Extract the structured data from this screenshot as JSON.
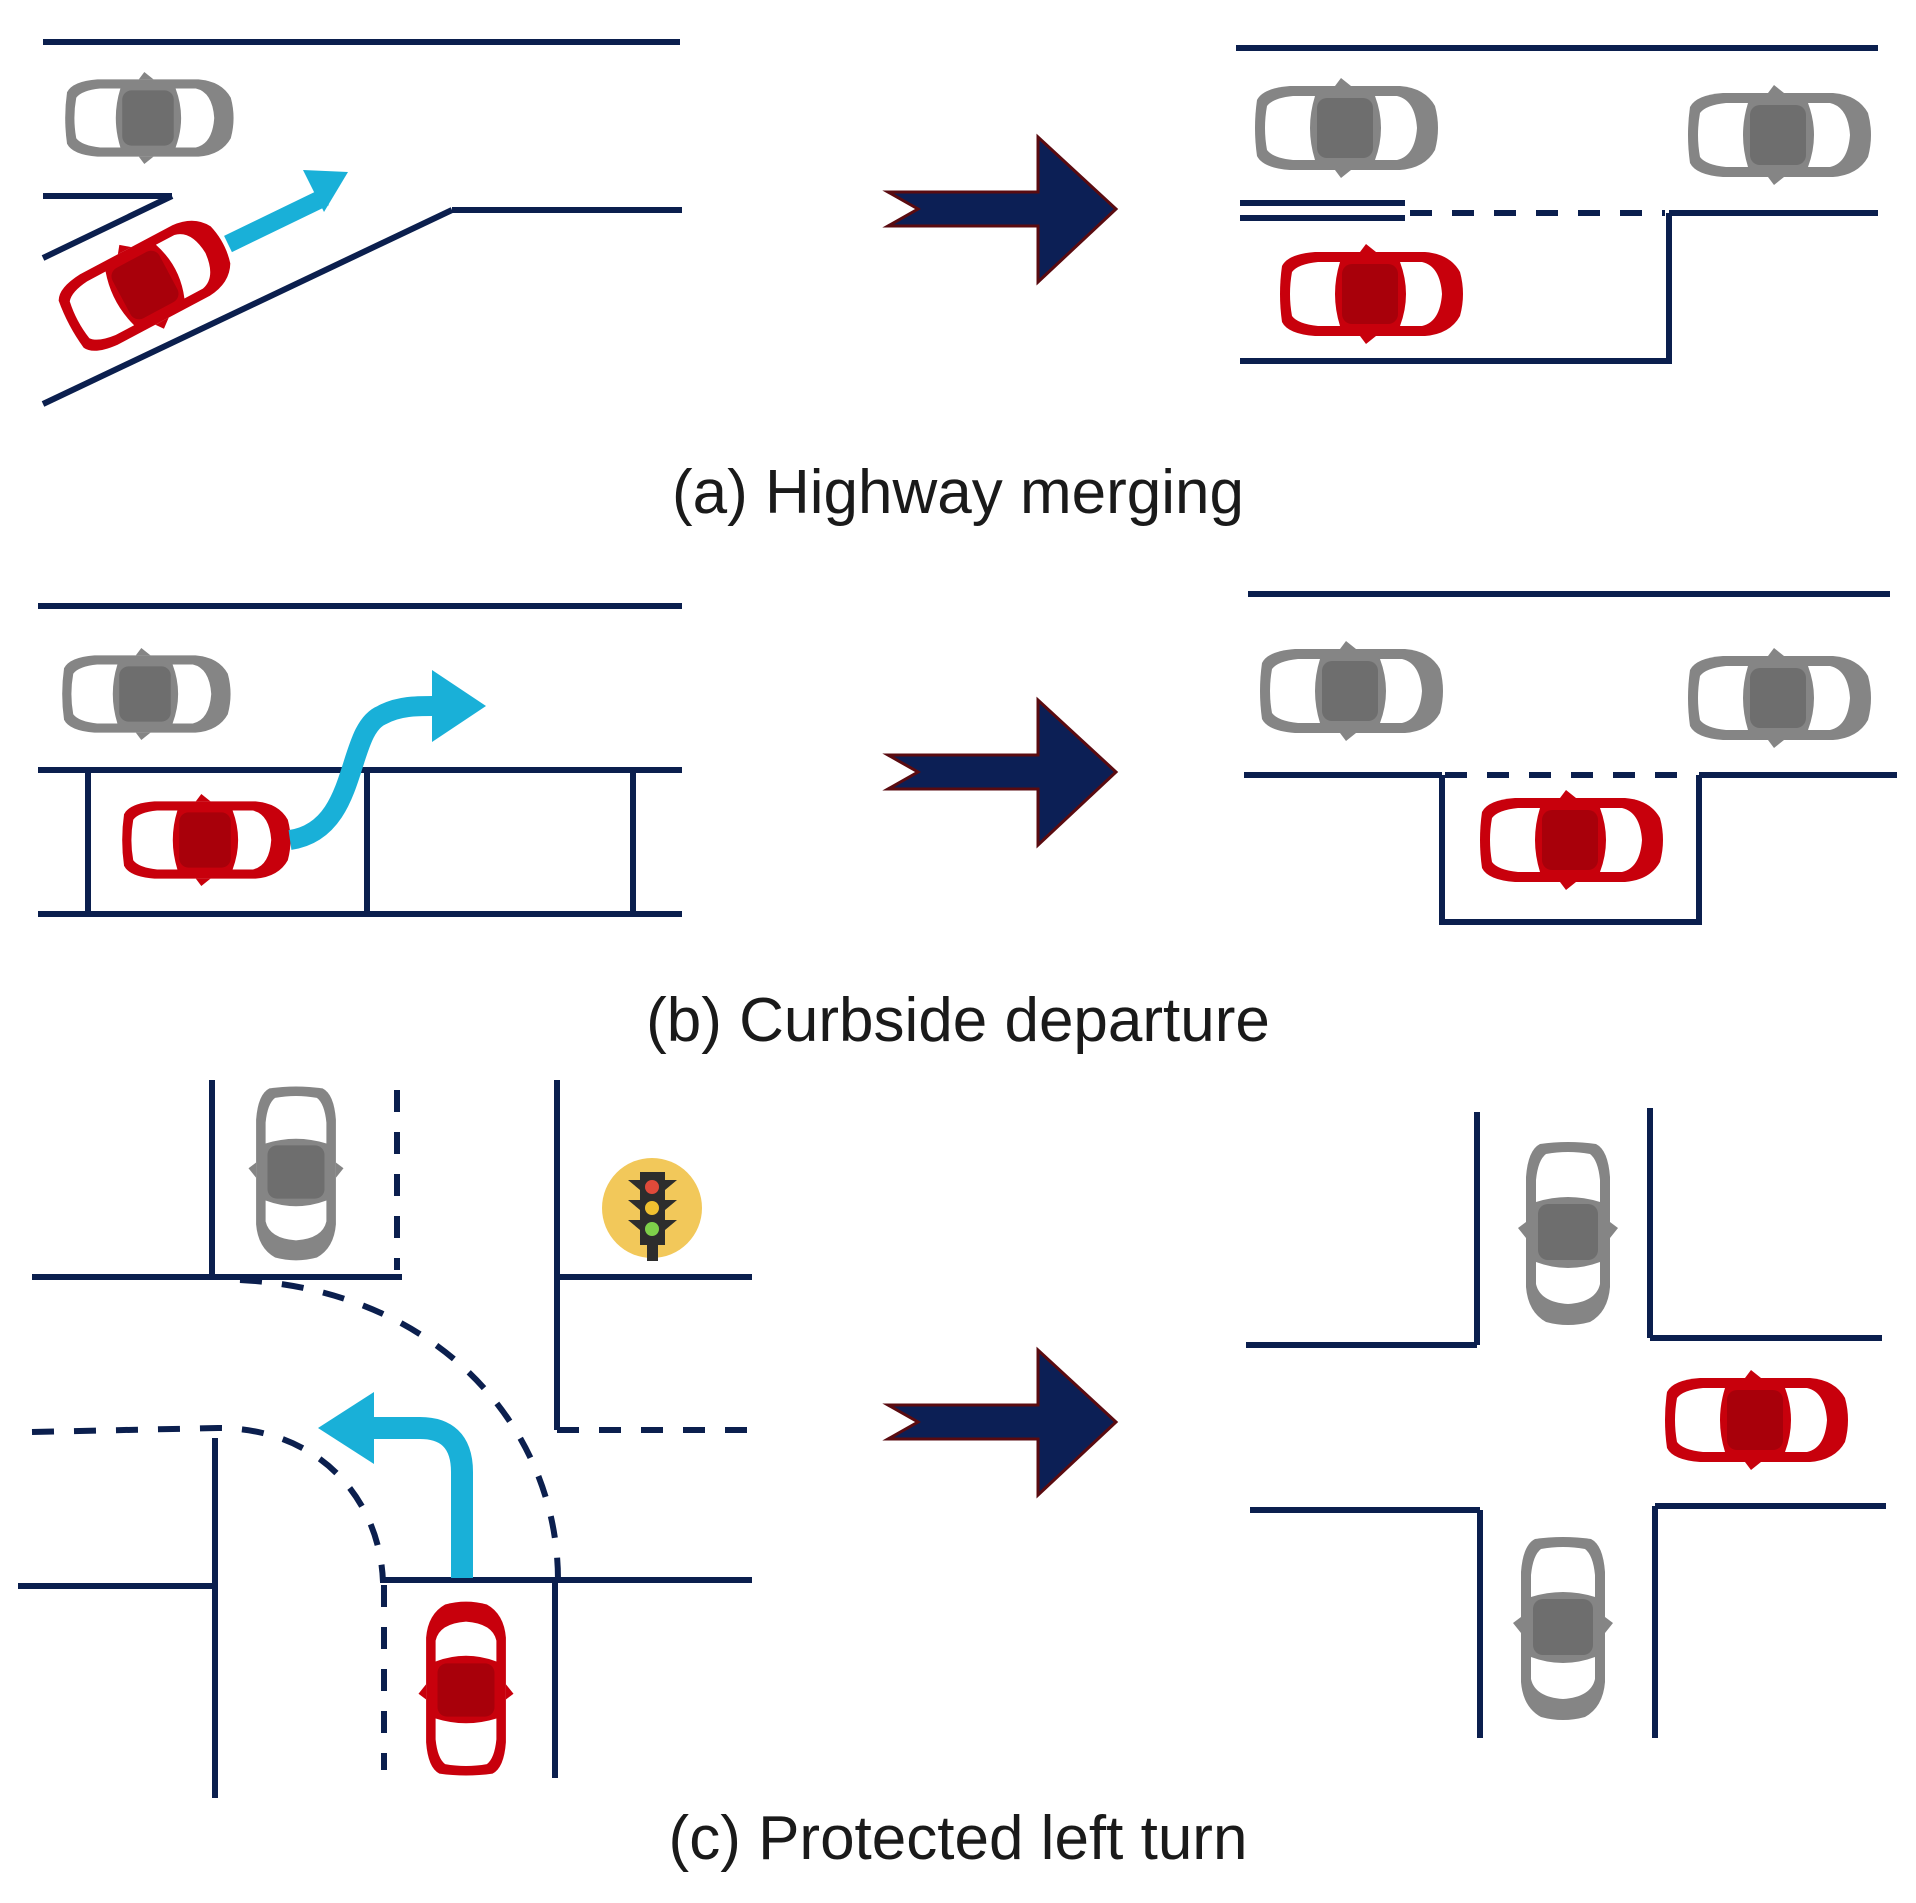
{
  "figure": {
    "panels": [
      {
        "id": "a",
        "caption": "(a) Highway merging"
      },
      {
        "id": "b",
        "caption": "(b) Curbside departure"
      },
      {
        "id": "c",
        "caption": "(c) Protected left turn"
      }
    ],
    "colors": {
      "road_line": "#0b1f4e",
      "ego_car": "#c8000c",
      "other_car": "#858585",
      "planned_path": "#19b0d8",
      "transition_arrow": "#0c1f55",
      "traffic_light_bg": "#f2c85a"
    },
    "icons": [
      "car-icon",
      "traffic-light-icon",
      "right-arrow-icon",
      "path-arrow-icon"
    ]
  }
}
